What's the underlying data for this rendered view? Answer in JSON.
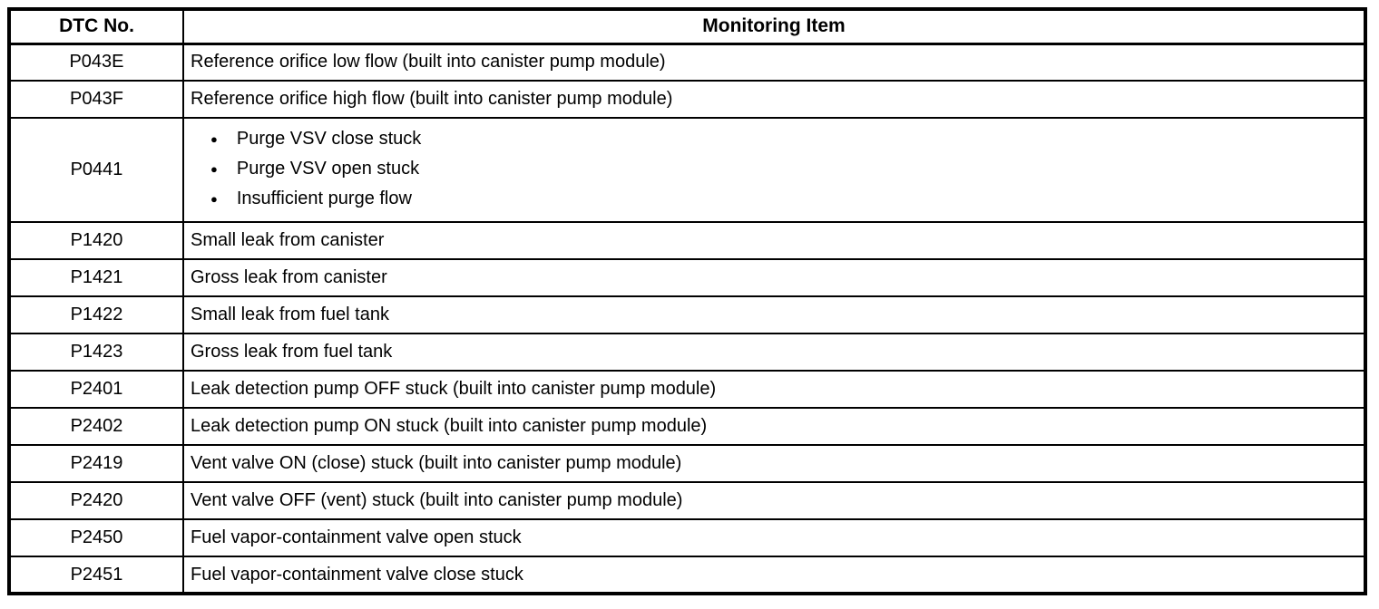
{
  "table": {
    "headers": {
      "dtc": "DTC No.",
      "item": "Monitoring Item"
    },
    "bullet_glyph": "●",
    "rows": [
      {
        "dtc": "P043E",
        "items": [
          "Reference orifice low flow (built into canister pump module)"
        ]
      },
      {
        "dtc": "P043F",
        "items": [
          "Reference orifice high flow (built into canister pump module)"
        ]
      },
      {
        "dtc": "P0441",
        "items": [
          "Purge VSV close stuck",
          "Purge VSV open stuck",
          "Insufficient purge flow"
        ]
      },
      {
        "dtc": "P1420",
        "items": [
          "Small leak from canister"
        ]
      },
      {
        "dtc": "P1421",
        "items": [
          "Gross leak from canister"
        ]
      },
      {
        "dtc": "P1422",
        "items": [
          "Small leak from fuel tank"
        ]
      },
      {
        "dtc": "P1423",
        "items": [
          "Gross leak from fuel tank"
        ]
      },
      {
        "dtc": "P2401",
        "items": [
          "Leak detection pump OFF stuck (built into canister pump module)"
        ]
      },
      {
        "dtc": "P2402",
        "items": [
          "Leak detection pump ON stuck (built into canister pump module)"
        ]
      },
      {
        "dtc": "P2419",
        "items": [
          "Vent valve ON (close) stuck (built into canister pump module)"
        ]
      },
      {
        "dtc": "P2420",
        "items": [
          "Vent valve OFF (vent) stuck (built into canister pump module)"
        ]
      },
      {
        "dtc": "P2450",
        "items": [
          "Fuel vapor-containment valve open stuck"
        ]
      },
      {
        "dtc": "P2451",
        "items": [
          "Fuel vapor-containment valve close stuck"
        ]
      }
    ]
  }
}
